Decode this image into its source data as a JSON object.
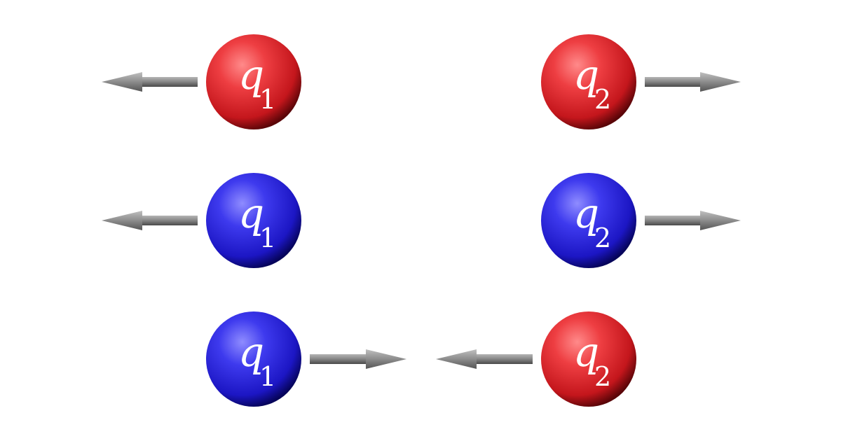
{
  "colors": {
    "positive": "#e8353b",
    "negative": "#3a35e8",
    "arrow": "#8c8c8c",
    "background": "#ffffff"
  },
  "rows": [
    {
      "left": {
        "symbol": "q",
        "subscript": "1",
        "charge": "positive"
      },
      "right": {
        "symbol": "q",
        "subscript": "2",
        "charge": "positive"
      },
      "forces": "repel"
    },
    {
      "left": {
        "symbol": "q",
        "subscript": "1",
        "charge": "negative"
      },
      "right": {
        "symbol": "q",
        "subscript": "2",
        "charge": "negative"
      },
      "forces": "repel"
    },
    {
      "left": {
        "symbol": "q",
        "subscript": "1",
        "charge": "negative"
      },
      "right": {
        "symbol": "q",
        "subscript": "2",
        "charge": "positive"
      },
      "forces": "attract"
    }
  ]
}
